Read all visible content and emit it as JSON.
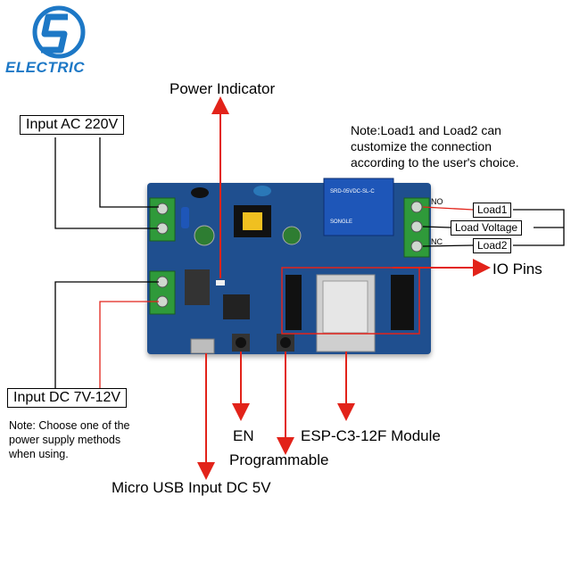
{
  "logo": {
    "brand": "ELECTRIC",
    "icon": "lightning-s-logo-icon"
  },
  "labels": {
    "power_indicator": "Power Indicator",
    "input_ac": "Input AC 220V",
    "input_dc": "Input DC 7V-12V",
    "io_pins": "IO Pins",
    "en": "EN",
    "programmable": "Programmable",
    "module": "ESP-C3-12F Module",
    "micro_usb": "Micro USB Input DC 5V"
  },
  "notes": {
    "load_note": [
      "Note:Load1 and Load2 can",
      "customize the connection",
      "according to the user's choice."
    ],
    "power_note": [
      "Note: Choose one of the",
      "power supply methods",
      "when using."
    ]
  },
  "loads": {
    "no": "NO",
    "nc": "NC",
    "load1": "Load1",
    "load_voltage": "Load Voltage",
    "load2": "Load2"
  },
  "colors": {
    "pcb": "#1f4f8f",
    "terminal": "#2f9a3a",
    "relay": "#1e56b8",
    "arrow": "#e2231a",
    "logo": "#1d78c6"
  }
}
